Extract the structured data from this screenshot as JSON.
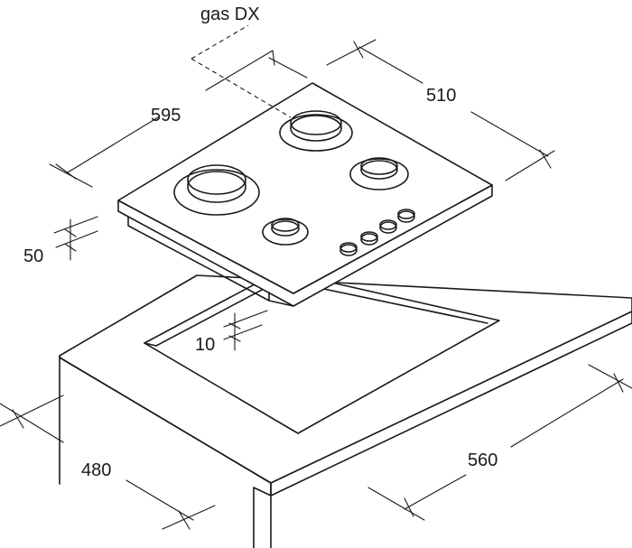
{
  "labels": {
    "gas": "gas DX",
    "depth_top": "595",
    "width_top": "510",
    "height": "50",
    "gap": "10",
    "cutout_depth": "480",
    "cutout_width": "560"
  }
}
